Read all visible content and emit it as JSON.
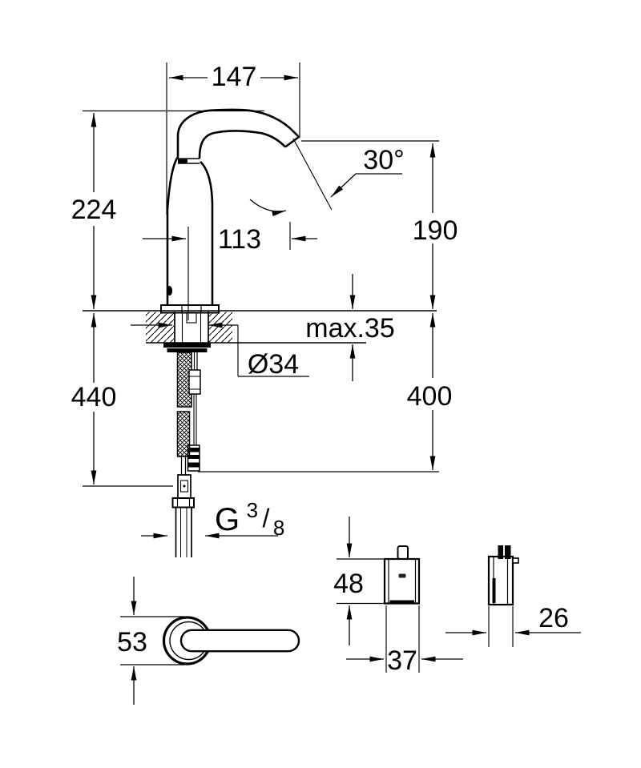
{
  "drawing": {
    "labels": {
      "spout_reach": "147",
      "spout_top_height": "224",
      "spout_angle": "30°",
      "outlet_projection": "113",
      "outlet_height": "190",
      "max_deck_thickness": "max.35",
      "hole_diameter": "Ø34",
      "hose_length_left": "440",
      "hose_length_right": "400",
      "thread_G": "G",
      "thread_numerator": "3",
      "thread_slash": "/",
      "thread_denominator": "8",
      "handle_diameter": "53",
      "control_box_height": "48",
      "control_box_width": "37",
      "control_box_depth": "26"
    }
  }
}
